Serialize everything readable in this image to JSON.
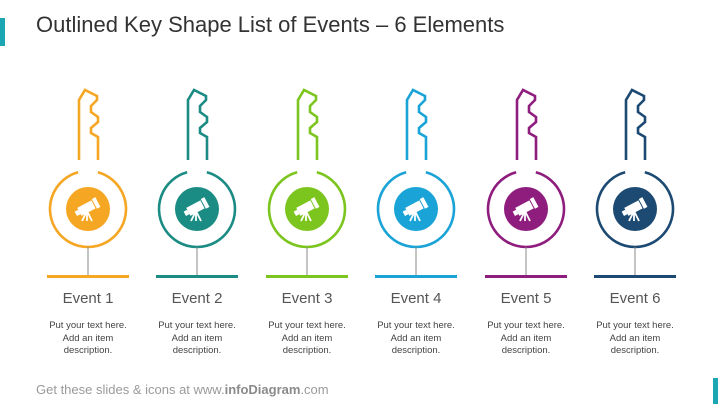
{
  "title": "Outlined Key Shape List of Events – 6 Elements",
  "footer": {
    "prefix": "Get these slides & icons at www.",
    "brand": "infoDiagram",
    "suffix": ".com"
  },
  "events": [
    {
      "title": "Event 1",
      "line1": "Put your text here.",
      "line2": "Add an item",
      "line3": "description.",
      "color": "#f5a623",
      "icon": "telescope-icon"
    },
    {
      "title": "Event 2",
      "line1": "Put your text here.",
      "line2": "Add an item",
      "line3": "description.",
      "color": "#1b8c84",
      "icon": "telescope-icon"
    },
    {
      "title": "Event 3",
      "line1": "Put your text here.",
      "line2": "Add an item",
      "line3": "description.",
      "color": "#7cc51e",
      "icon": "telescope-icon"
    },
    {
      "title": "Event 4",
      "line1": "Put your text here.",
      "line2": "Add an item",
      "line3": "description.",
      "color": "#1aa3d6",
      "icon": "telescope-icon"
    },
    {
      "title": "Event 5",
      "line1": "Put your text here.",
      "line2": "Add an item",
      "line3": "description.",
      "color": "#8e1d7e",
      "icon": "telescope-icon"
    },
    {
      "title": "Event 6",
      "line1": "Put your text here.",
      "line2": "Add an item",
      "line3": "description.",
      "color": "#1c4a72",
      "icon": "telescope-icon"
    }
  ]
}
